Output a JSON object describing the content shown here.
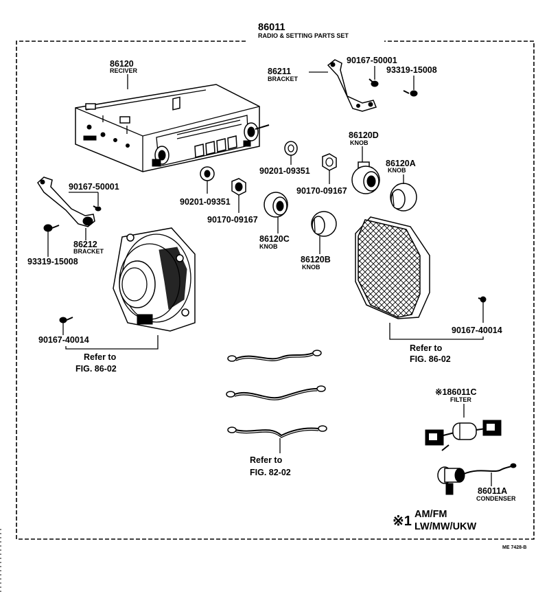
{
  "set": {
    "number": "86011",
    "name": "RADIO & SETTING PARTS SET"
  },
  "parts": {
    "receiver": {
      "number": "86120",
      "name": "RECIVER"
    },
    "bracket_right": {
      "number": "86211",
      "name": "BRACKET"
    },
    "screw_top": {
      "number": "90167-50001"
    },
    "bolt_top": {
      "number": "93319-15008"
    },
    "washer_upper": {
      "number": "90201-09351"
    },
    "nut_upper": {
      "number": "90170-09167"
    },
    "knob_d": {
      "number": "86120D",
      "name": "KNOB"
    },
    "knob_a": {
      "number": "86120A",
      "name": "KNOB"
    },
    "screw_left": {
      "number": "90167-50001"
    },
    "bracket_left": {
      "number": "86212",
      "name": "BRACKET"
    },
    "bolt_left": {
      "number": "93319-15008"
    },
    "washer_lower": {
      "number": "90201-09351"
    },
    "nut_lower": {
      "number": "90170-09167"
    },
    "knob_c": {
      "number": "86120C",
      "name": "KNOB"
    },
    "knob_b": {
      "number": "86120B",
      "name": "KNOB"
    },
    "screw_speaker_left": {
      "number": "90167-40014"
    },
    "screw_speaker_right": {
      "number": "90167-40014"
    },
    "filter": {
      "number": "186011C",
      "name": "FILTER",
      "mark": "※"
    },
    "condenser": {
      "number": "86011A",
      "name": "CONDENSER"
    }
  },
  "refs": {
    "speaker_left": {
      "line1": "Refer to",
      "line2": "FIG. 86-02"
    },
    "speaker_right": {
      "line1": "Refer to",
      "line2": "FIG. 86-02"
    },
    "cables": {
      "line1": "Refer to",
      "line2": "FIG. 82-02"
    }
  },
  "note": {
    "mark": "※1",
    "line1": "AM/FM",
    "line2": "LW/MW/UKW"
  },
  "drawing_code": "ME 7428-B"
}
